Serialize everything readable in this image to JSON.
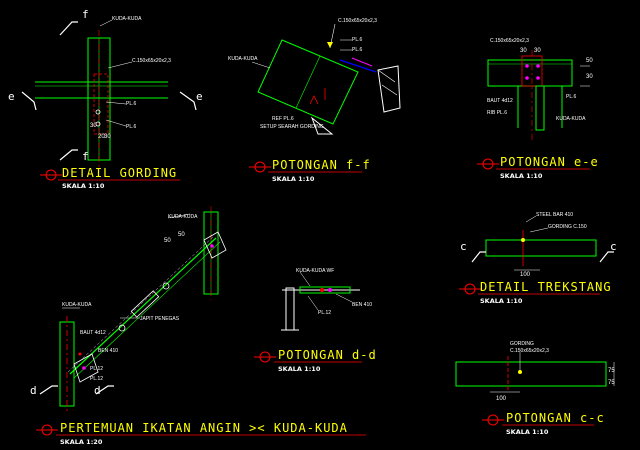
{
  "colors": {
    "background": "#000000",
    "title": "#ffff00",
    "steel": "#00ff00",
    "red": "#ff0000",
    "white": "#ffffff",
    "magenta": "#ff00ff",
    "cyan": "#00ffff",
    "blue": "#0000ff"
  },
  "detail_gording": {
    "title": "DETAIL GORDING",
    "scale": "SKALA 1:10",
    "section_top": "f",
    "section_bottom": "f",
    "section_left": "e",
    "section_right": "e",
    "label_kuda": "KUDA-KUDA",
    "label_c": "C.150x65x20x2,3",
    "label_pl6_a": "PL.6",
    "label_pl6_b": "PL.6",
    "dim_30": "30",
    "dim_20": "20",
    "dim_30b": "30"
  },
  "potongan_ff": {
    "title": "POTONGAN f-f",
    "scale": "SKALA 1:10",
    "label_c": "C.150x65x20x2,3",
    "label_pl6_a": "PL.6",
    "label_pl6_b": "PL.6",
    "label_kuda": "KUDA-KUDA",
    "label_ref": "REF PL.6",
    "label_setup": "SETUP SEARAH GORDING"
  },
  "potongan_ee": {
    "title": "POTONGAN e-e",
    "scale": "SKALA 1:10",
    "label_c": "C.150x65x20x2,3",
    "dim_30a": "30",
    "dim_30b": "30",
    "dim_50": "50",
    "dim_30c": "30",
    "label_baut": "BAUT 4d12",
    "label_pl6": "PL.6",
    "label_rib": "RIB PL.6",
    "label_kuda": "KUDA-KUDA"
  },
  "detail_trekstang": {
    "title": "DETAIL TREKSTANG",
    "scale": "SKALA 1:10",
    "section_left": "c",
    "section_right": "c",
    "label_steel": "STEEL BAR 410",
    "label_gording": "GORDING C.150",
    "dim_100": "100"
  },
  "potongan_dd": {
    "title": "POTONGAN d-d",
    "scale": "SKALA 1:10",
    "label_kuda": "KUDA-KUDA WF",
    "label_ben": "BEN 410",
    "label_pl12": "PL.12"
  },
  "potongan_cc": {
    "title": "POTONGAN c-c",
    "scale": "SKALA 1:10",
    "label_gording": "GORDING",
    "label_c": "C.150x65x20x2,3",
    "dim_100": "100",
    "dim_75a": "75",
    "dim_75b": "75"
  },
  "pertemuan": {
    "title": "PERTEMUAN IKATAN ANGIN >< KUDA-KUDA",
    "scale": "SKALA 1:20",
    "label_kuda_top": "KUDA-KUDA",
    "label_kuda_left": "KUDA-KUDA",
    "label_baut": "BAUT 4d12",
    "label_japit": "JAPIT PENEGAS",
    "label_ben": "BEN 410",
    "label_pl12a": "PL.12",
    "label_pl12b": "PL.12",
    "section_top": "d",
    "section_bottom": "d",
    "dim_50": "50",
    "dim_50b": "50"
  }
}
